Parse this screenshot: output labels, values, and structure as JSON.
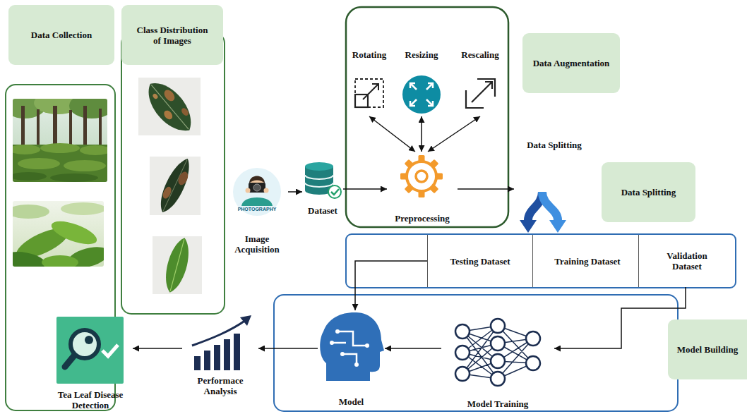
{
  "diagram": {
    "nodes": [
      {
        "text": [
          "Data Collection"
        ]
      },
      {
        "text": [
          "Class Distribution of Images"
        ]
      },
      {
        "text": [
          "Image Acquisition"
        ]
      },
      {
        "text": [
          "Dataset"
        ]
      },
      {
        "text": [
          "Rotating"
        ]
      },
      {
        "text": [
          "Resizing"
        ]
      },
      {
        "text": [
          "Rescaling"
        ]
      },
      {
        "text": [
          "Preprocessing"
        ]
      },
      {
        "text": [
          "Data Augmentation"
        ]
      },
      {
        "text": [
          "Data Splitting"
        ]
      },
      {
        "text": [
          "Data Splitting"
        ]
      },
      {
        "text": [
          "Testing Dataset"
        ]
      },
      {
        "text": [
          "Training Dataset"
        ]
      },
      {
        "text": [
          "Validation Dataset"
        ]
      },
      {
        "text": [
          "Model Building"
        ]
      },
      {
        "text": [
          "Model Training"
        ]
      },
      {
        "text": [
          "Model"
        ]
      },
      {
        "text": [
          "Performace Analysis"
        ]
      },
      {
        "text": [
          "Tea Leaf Disease Detection"
        ]
      }
    ],
    "edges": [
      {
        "from": 2,
        "to": 3,
        "arrow": "to"
      },
      {
        "from": 3,
        "to": 7,
        "arrow": "to"
      },
      {
        "from": 4,
        "to": 7,
        "arrow": "both"
      },
      {
        "from": 5,
        "to": 7,
        "arrow": "both"
      },
      {
        "from": 6,
        "to": 7,
        "arrow": "both"
      },
      {
        "from": 7,
        "to": 9,
        "arrow": "to"
      },
      {
        "from": 11,
        "to": 16,
        "arrow": "to"
      },
      {
        "from": 13,
        "to": 15,
        "arrow": "to"
      },
      {
        "from": 15,
        "to": 16,
        "arrow": "to"
      },
      {
        "from": 16,
        "to": 17,
        "arrow": "to"
      },
      {
        "from": 17,
        "to": 18,
        "arrow": "to"
      }
    ],
    "labels": [
      "PHOTOGRAPHY"
    ]
  }
}
